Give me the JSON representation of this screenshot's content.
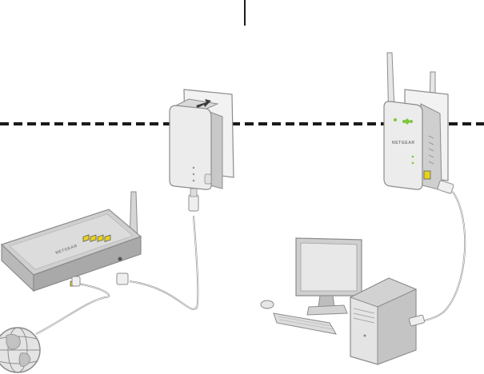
{
  "diagram": {
    "router_brand": "NETGEAR",
    "extender_brand": "NETGEAR",
    "devices": [
      {
        "id": "internet",
        "icon": "globe-icon"
      },
      {
        "id": "router",
        "icon": "router-icon"
      },
      {
        "id": "powerline-adapter",
        "icon": "powerline-adapter-icon"
      },
      {
        "id": "wifi-extender",
        "icon": "powerline-wifi-extender-icon"
      },
      {
        "id": "computer",
        "icon": "desktop-computer-icon"
      }
    ],
    "colors": {
      "device_body": "#e9e9e9",
      "device_outline": "#8c8c8c",
      "cable": "#8c8c8c",
      "ethernet_port": "#e8d21c",
      "status_led": "#7ec63c",
      "divider": "#1a1a1a"
    }
  }
}
